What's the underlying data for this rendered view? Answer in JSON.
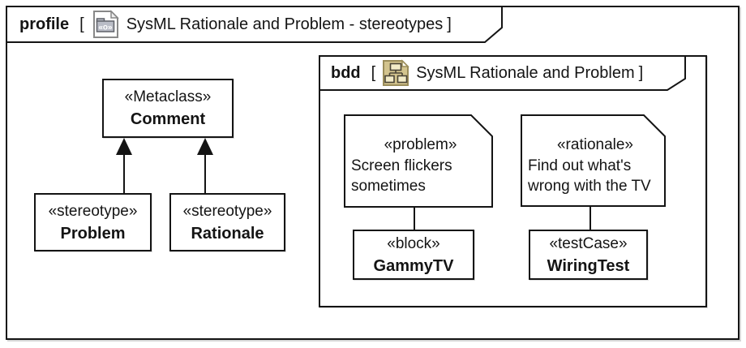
{
  "profile_frame": {
    "keyword": "profile",
    "open_bracket": "[",
    "title": "SysML Rationale and Problem - stereotypes",
    "close_bracket": "]"
  },
  "bdd_frame": {
    "keyword": "bdd",
    "open_bracket": "[",
    "title": "SysML Rationale and Problem",
    "close_bracket": "]"
  },
  "metaclass_node": {
    "stereotype": "«Metaclass»",
    "name": "Comment"
  },
  "problem_stereotype_node": {
    "stereotype": "«stereotype»",
    "name": "Problem"
  },
  "rationale_stereotype_node": {
    "stereotype": "«stereotype»",
    "name": "Rationale"
  },
  "problem_note": {
    "stereotype": "«problem»",
    "body": [
      "Screen flickers",
      "sometimes"
    ]
  },
  "rationale_note": {
    "stereotype": "«rationale»",
    "body": [
      "Find out what's",
      "wrong with the TV"
    ]
  },
  "gammytv_node": {
    "stereotype": "«block»",
    "name": "GammyTV"
  },
  "wiringtest_node": {
    "stereotype": "«testCase»",
    "name": "WiringTest"
  },
  "edges": [
    {
      "type": "generalization",
      "from": "Problem",
      "to": "Comment"
    },
    {
      "type": "generalization",
      "from": "Rationale",
      "to": "Comment"
    },
    {
      "type": "anchor",
      "from": "problem_note",
      "to": "GammyTV"
    },
    {
      "type": "anchor",
      "from": "rationale_note",
      "to": "WiringTest"
    }
  ],
  "icons": {
    "profile_tab_icon": "profile-diagram-file-icon",
    "bdd_tab_icon": "bdd-block-hierarchy-icon"
  },
  "colors": {
    "line": "#141414",
    "background": "#ffffff",
    "bdd_icon_fill": "#d3c48e",
    "bdd_icon_border": "#9b8d5a",
    "bdd_icon_node_fill": "#f3ecc8",
    "profile_icon_stroke": "#888888",
    "profile_icon_folder_fill": "#b9bcc6"
  }
}
